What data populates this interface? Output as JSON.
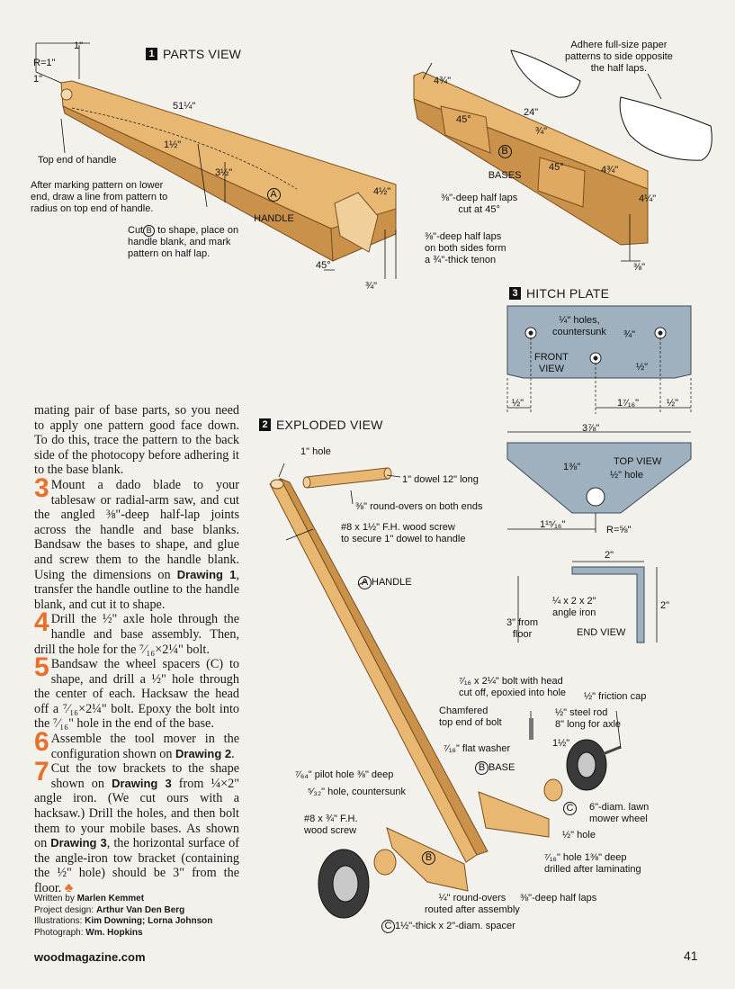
{
  "sections": {
    "parts": {
      "num": "1",
      "title": "PARTS VIEW"
    },
    "exploded": {
      "num": "2",
      "title": "EXPLODED VIEW"
    },
    "hitch": {
      "num": "3",
      "title": "HITCH PLATE"
    }
  },
  "parts_labels": {
    "d1": "1\"",
    "r1": "R=1\"",
    "d1b": "1\"",
    "len": "51¼\"",
    "w112": "1½\"",
    "w312": "3½\"",
    "w412": "4½\"",
    "top_end": "Top end of handle",
    "note1": "After marking pattern on lower\nend, draw a line from pattern to\nradius on top end of handle.",
    "handle_letter": "A",
    "handle_word": "HANDLE",
    "note2a": "Cut",
    "note2_letter": "B",
    "note2b": " to shape, place on\nhandle blank, and mark\npattern on half lap.",
    "deg45a": "45°",
    "d34": "¾\"",
    "halflap_tenon": "⅜\"-deep half laps\non both sides form\na ¾\"-thick tenon",
    "adhere": "Adhere full-size paper\npatterns to side opposite\nthe half laps.",
    "b434a": "4¾\"",
    "b24": "24\"",
    "b45a": "45°",
    "b34": "¾\"",
    "bases_letter": "B",
    "bases_word": "BASES",
    "b45b": "45°",
    "b434b": "4¾\"",
    "b414": "4¼\"",
    "halflap45": "⅜\"-deep half laps\ncut at 45°",
    "b38": "⅜\""
  },
  "hitch_labels": {
    "holes": "¼\" holes,\ncountersunk",
    "v34": "¾\"",
    "front": "FRONT\nVIEW",
    "v12": "½\"",
    "h12a": "½\"",
    "h1716": "1⁷⁄₁₆\"",
    "h12b": "½\"",
    "h378": "3⅞\"",
    "t138": "1⅜\"",
    "top": "TOP VIEW",
    "t12hole": "½\" hole",
    "t11516": "1¹⁵⁄₁₆\"",
    "r58": "R=⅝\"",
    "e2a": "2\"",
    "angle": "¼ x 2 x 2\"\nangle iron",
    "e2b": "2\"",
    "floor": "3\" from\nfloor",
    "end": "END VIEW"
  },
  "exploded_labels": {
    "hole1": "1\" hole",
    "dowel": "1\" dowel 12\" long",
    "roundovers": "⅜\" round-overs on both ends",
    "screw": "#8 x 1½\" F.H. wood screw\nto secure 1\" dowel to handle",
    "handle_letter": "A",
    "handle_word": "HANDLE",
    "bolt": "⁷⁄₁₆ x 2¼\" bolt with head\ncut off, epoxied into hole",
    "chamfer": "Chamfered\ntop end of bolt",
    "friction": "½\" friction cap",
    "rod": "½\" steel rod\n8\" long for axle",
    "d112": "1½\"",
    "washer": "⁷⁄₁₆\" flat washer",
    "pilot": "⁷⁄₆₄\" pilot hole ⅜\" deep",
    "base_letter": "B",
    "base_word": "BASE",
    "countersunk": "⁵⁄₃₂\" hole, countersunk",
    "wheel": "6\"-diam. lawn\nmower wheel",
    "screw2": "#8 x ¾\" F.H.\nwood screw",
    "c_letter": "C",
    "b_letter": "B",
    "hole12": "½\" hole",
    "hole716": "⁷⁄₁₆\" hole 1⅜\" deep\ndrilled after laminating",
    "round14": "¼\" round-overs\nrouted after assembly",
    "halflaps": "⅜\"-deep half laps",
    "spacer_letter": "C",
    "spacer": "1½\"-thick x 2\"-diam. spacer"
  },
  "body": {
    "p0": "mating pair of base parts, so you need to apply one pattern good face down. To do this, trace the pattern to the back side of the photocopy before adhering it to the base blank.",
    "s3": "3",
    "p3": "Mount a dado blade to your tablesaw or radial-arm saw, and cut the angled ⅜\"-deep half-lap joints across the handle and base blanks. Bandsaw the bases to shape, and glue and screw them to the handle blank. Using the dimensions on ",
    "p3b": "Drawing 1",
    "p3c": ", transfer the handle outline to the handle blank, and cut it to shape.",
    "s4": "4",
    "p4": "Drill the ½\" axle hole through the handle and base assembly. Then, drill the hole for the ⁷⁄₁₆×2¼\" bolt.",
    "s5": "5",
    "p5": "Bandsaw the wheel spacers (C) to shape, and drill a ½\" hole through the center of each. Hacksaw the head off a ⁷⁄₁₆×2¼\" bolt. Epoxy the bolt into the ⁷⁄₁₆\" hole in the end of the base.",
    "s6": "6",
    "p6": "Assemble the tool mover in the configuration shown on ",
    "p6b": "Drawing 2",
    "p6c": ".",
    "s7": "7",
    "p7": "Cut the tow brackets to the shape shown on ",
    "p7b": "Drawing 3",
    "p7c": " from ¼×2\" angle iron. (We cut ours with a hacksaw.) Drill the holes, and then bolt them to your mobile bases. As shown on ",
    "p7d": "Drawing 3",
    "p7e": ", the horizontal surface of the angle-iron tow bracket (containing the ½\" hole) should be 3\" from the floor."
  },
  "credits": {
    "written_l": "Written by ",
    "written": "Marlen Kemmet",
    "design_l": "Project design: ",
    "design": "Arthur Van Den Berg",
    "illus_l": "Illustrations: ",
    "illus": "Kim Downing; Lorna Johnson",
    "photo_l": "Photograph: ",
    "photo": "Wm. Hopkins"
  },
  "footer": {
    "site": "woodmagazine.com",
    "page": "41"
  },
  "colors": {
    "wood": "#e8b873",
    "steel": "#9fb0bf",
    "accent": "#e8702a"
  }
}
